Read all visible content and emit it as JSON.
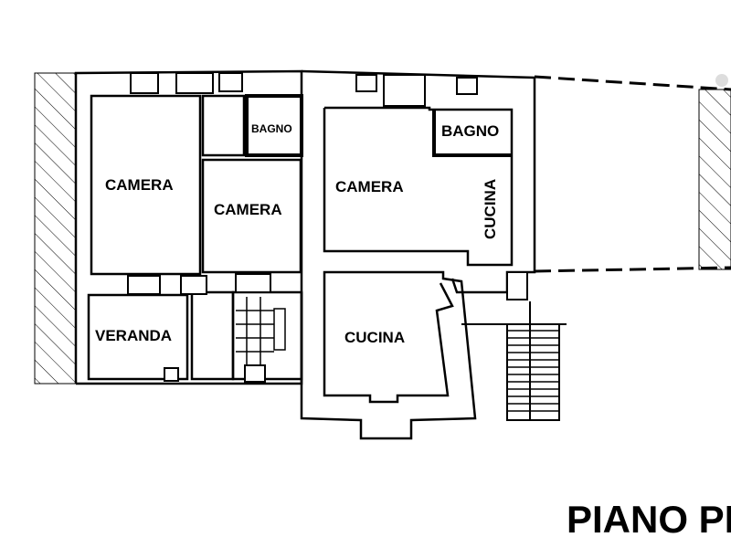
{
  "plan": {
    "title": "PIANO PR",
    "rooms": {
      "camera_left": "CAMERA",
      "bagno_small": "BAGNO",
      "camera_middle": "CAMERA",
      "veranda": "VERANDA",
      "camera_right": "CAMERA",
      "bagno_right": "BAGNO",
      "cucina_vertical": "CUCINA",
      "cucina_lower": "CUCINA"
    }
  }
}
